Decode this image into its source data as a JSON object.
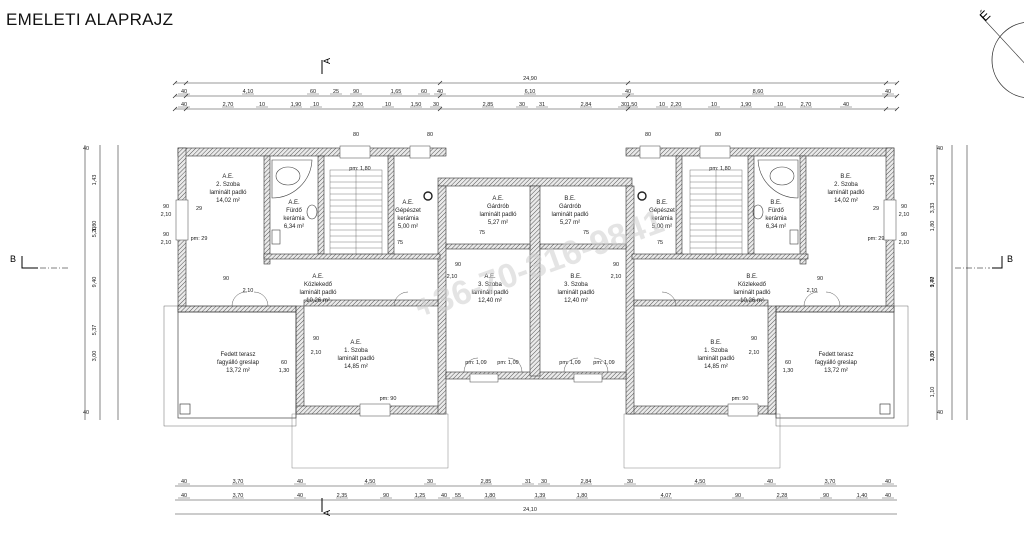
{
  "title": "EMELETI ALAPRAJZ",
  "watermark": "+36-70-316-9841",
  "section_marks": {
    "a_top": "A",
    "a_bottom": "A",
    "b_left": "B",
    "b_right": "B"
  },
  "north_symbol": "É",
  "rooms": [
    {
      "code": "A.E.",
      "name": "2. Szoba",
      "floor": "laminált padló",
      "area": "14,02 m²"
    },
    {
      "code": "A.E.",
      "name": "Fürdő",
      "floor": "kerámia",
      "area": "6,34 m²"
    },
    {
      "code": "A.E.",
      "name": "Gépészet",
      "floor": "kerámia",
      "area": "5,00 m²"
    },
    {
      "code": "A.E.",
      "name": "Gárdrób",
      "floor": "laminált padló",
      "area": "5,27 m²"
    },
    {
      "code": "B.E.",
      "name": "Gárdrób",
      "floor": "laminált padló",
      "area": "5,27 m²"
    },
    {
      "code": "B.E.",
      "name": "Gépészet",
      "floor": "kerámia",
      "area": "5,00 m²"
    },
    {
      "code": "B.E.",
      "name": "Fürdő",
      "floor": "kerámia",
      "area": "6,34 m²"
    },
    {
      "code": "B.E.",
      "name": "2. Szoba",
      "floor": "laminált padló",
      "area": "14,02 m²"
    },
    {
      "code": "A.E.",
      "name": "Közlekedő",
      "floor": "laminált padló",
      "area": "10,26 m²"
    },
    {
      "code": "A.E.",
      "name": "3. Szoba",
      "floor": "laminált padló",
      "area": "12,40 m²"
    },
    {
      "code": "B.E.",
      "name": "3. Szoba",
      "floor": "laminált padló",
      "area": "12,40 m²"
    },
    {
      "code": "B.E.",
      "name": "Közlekedő",
      "floor": "laminált padló",
      "area": "10,26 m²"
    },
    {
      "code": "",
      "name": "Fedett terasz",
      "floor": "fagyálló greslap",
      "area": "13,72 m²"
    },
    {
      "code": "A.E.",
      "name": "1. Szoba",
      "floor": "laminált padló",
      "area": "14,85 m²"
    },
    {
      "code": "B.E.",
      "name": "1. Szoba",
      "floor": "laminált padló",
      "area": "14,85 m²"
    },
    {
      "code": "",
      "name": "Fedett terasz",
      "floor": "fagyálló greslap",
      "area": "13,72 m²"
    }
  ],
  "dims": {
    "top_total": "24,90",
    "top_row2": [
      "40",
      "4,10",
      "60",
      "25",
      "90",
      "1,65",
      "60",
      "40",
      "6,10",
      "40",
      "8,60",
      "40"
    ],
    "top_row3": [
      "40",
      "2,70",
      "10",
      "1,90",
      "10",
      "2,20",
      "10",
      "1,50",
      "30",
      "2,85",
      "30",
      "31",
      "2,84",
      "30",
      "1,50",
      "10",
      "2,20",
      "10",
      "1,90",
      "10",
      "2,70",
      "40"
    ],
    "bot_row1": [
      "40",
      "3,70",
      "40",
      "4,50",
      "30",
      "2,85",
      "31",
      "30",
      "2,84",
      "30",
      "4,50",
      "40",
      "3,70",
      "40"
    ],
    "bot_row2": [
      "40",
      "3,70",
      "40",
      "2,35",
      "90",
      "1,25",
      "40",
      "55",
      "1,80",
      "1,39",
      "1,80",
      "4,07",
      "90",
      "2,28",
      "90",
      "1,40",
      "40"
    ],
    "bot_total": "24,10",
    "left_outer": [
      "1,43",
      "1,80",
      "5,20",
      "5,37",
      "3,00",
      "9,40"
    ],
    "right_outer": [
      "1,43",
      "1,80",
      "3,33",
      "1,77",
      "9,40",
      "1,50",
      "3,00",
      "1,10"
    ],
    "small_40": "40",
    "small_10": "10",
    "small_60": "60",
    "small_90": "90",
    "small_80": "80",
    "small_75": "75",
    "small_130": "1,30",
    "small_29": "29",
    "small_210": "2,10",
    "small_pm180": "pm: 1,80",
    "small_pm90": "pm: 90",
    "small_pm109": "pm: 1,09",
    "small_pm29": "pm: 29"
  },
  "colors": {
    "wall": "#555555",
    "line": "#333333",
    "watermark": "#cfcfcf"
  }
}
